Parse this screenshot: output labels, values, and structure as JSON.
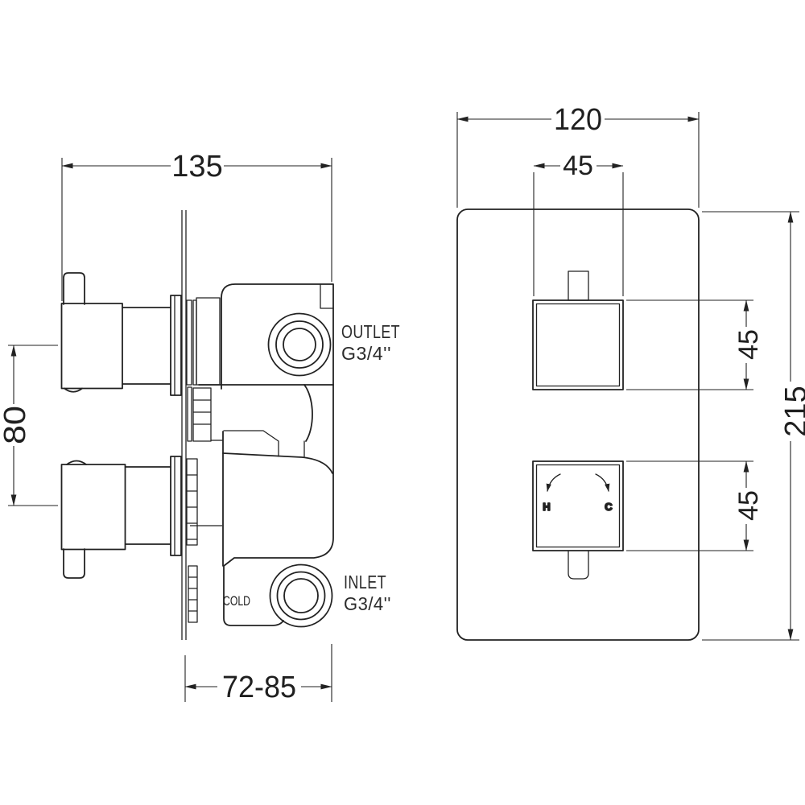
{
  "side_view": {
    "width_dim": "135",
    "handle_spacing_dim": "80",
    "depth_dim": "72-85",
    "outlet_line1": "OUTLET",
    "outlet_line2": "G3/4''",
    "inlet_line1": "INLET",
    "inlet_line2": "G3/4''",
    "cold_marking": "COLD"
  },
  "front_view": {
    "plate_width_dim": "120",
    "knob_width_dim": "45",
    "plate_height_dim": "215",
    "top_knob_height_dim": "45",
    "bottom_knob_height_dim": "45",
    "hot_marking": "H",
    "cold_marking": "C"
  },
  "colors": {
    "line": "#222222",
    "background": "#ffffff"
  }
}
